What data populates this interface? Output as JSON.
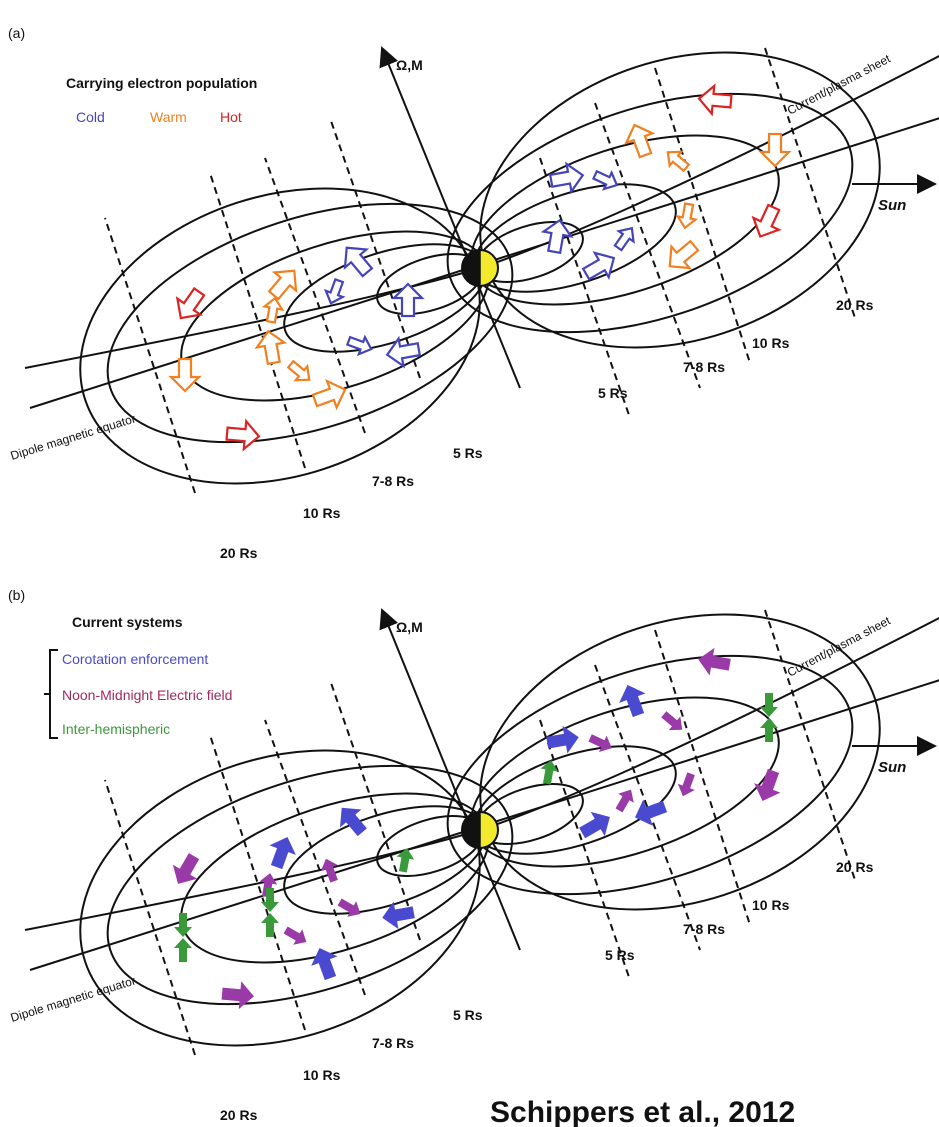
{
  "panel_a": {
    "tag": "(a)",
    "spin_label": "Ω,M",
    "sun_label": "Sun",
    "sheet_label": "Current/plasma sheet",
    "equator_label": "Dipole magnetic equator",
    "legend": {
      "title": "Carrying electron population",
      "items": [
        {
          "label": "Cold",
          "color": "#4444bb"
        },
        {
          "label": "Warm",
          "color": "#f08020"
        },
        {
          "label": "Hot",
          "color": "#dd2222"
        }
      ]
    },
    "distances_day": [
      "5 Rs",
      "7-8 Rs",
      "10 Rs",
      "20 Rs"
    ],
    "distances_night": [
      "5 Rs",
      "7-8 Rs",
      "10 Rs",
      "20 Rs"
    ]
  },
  "panel_b": {
    "tag": "(b)",
    "spin_label": "Ω,M",
    "sun_label": "Sun",
    "sheet_label": "Current/plasma sheet",
    "equator_label": "Dipole magnetic equator",
    "legend": {
      "title": "Current systems",
      "items": [
        {
          "label": "Corotation  enforcement",
          "color": "#4a4ad0"
        },
        {
          "label": "Noon-Midnight Electric field",
          "color": "#a02a60"
        },
        {
          "label": "Inter-hemispheric",
          "color": "#3a9a3a"
        }
      ]
    },
    "distances_day": [
      "5 Rs",
      "7-8 Rs",
      "10 Rs",
      "20 Rs"
    ],
    "distances_night": [
      "5 Rs",
      "7-8 Rs",
      "10 Rs",
      "20 Rs"
    ]
  },
  "credit": "Schippers et al., 2012",
  "colors": {
    "cold": "#4444bb",
    "warm": "#f08020",
    "hot": "#dd2222",
    "corotation": "#4a4ad0",
    "noon_midnight": "#a02a60",
    "noon_midnight_fill": "#9a3aa8",
    "inter_hemispheric": "#3a9a3a",
    "planet_day": "#f2ea2a"
  }
}
